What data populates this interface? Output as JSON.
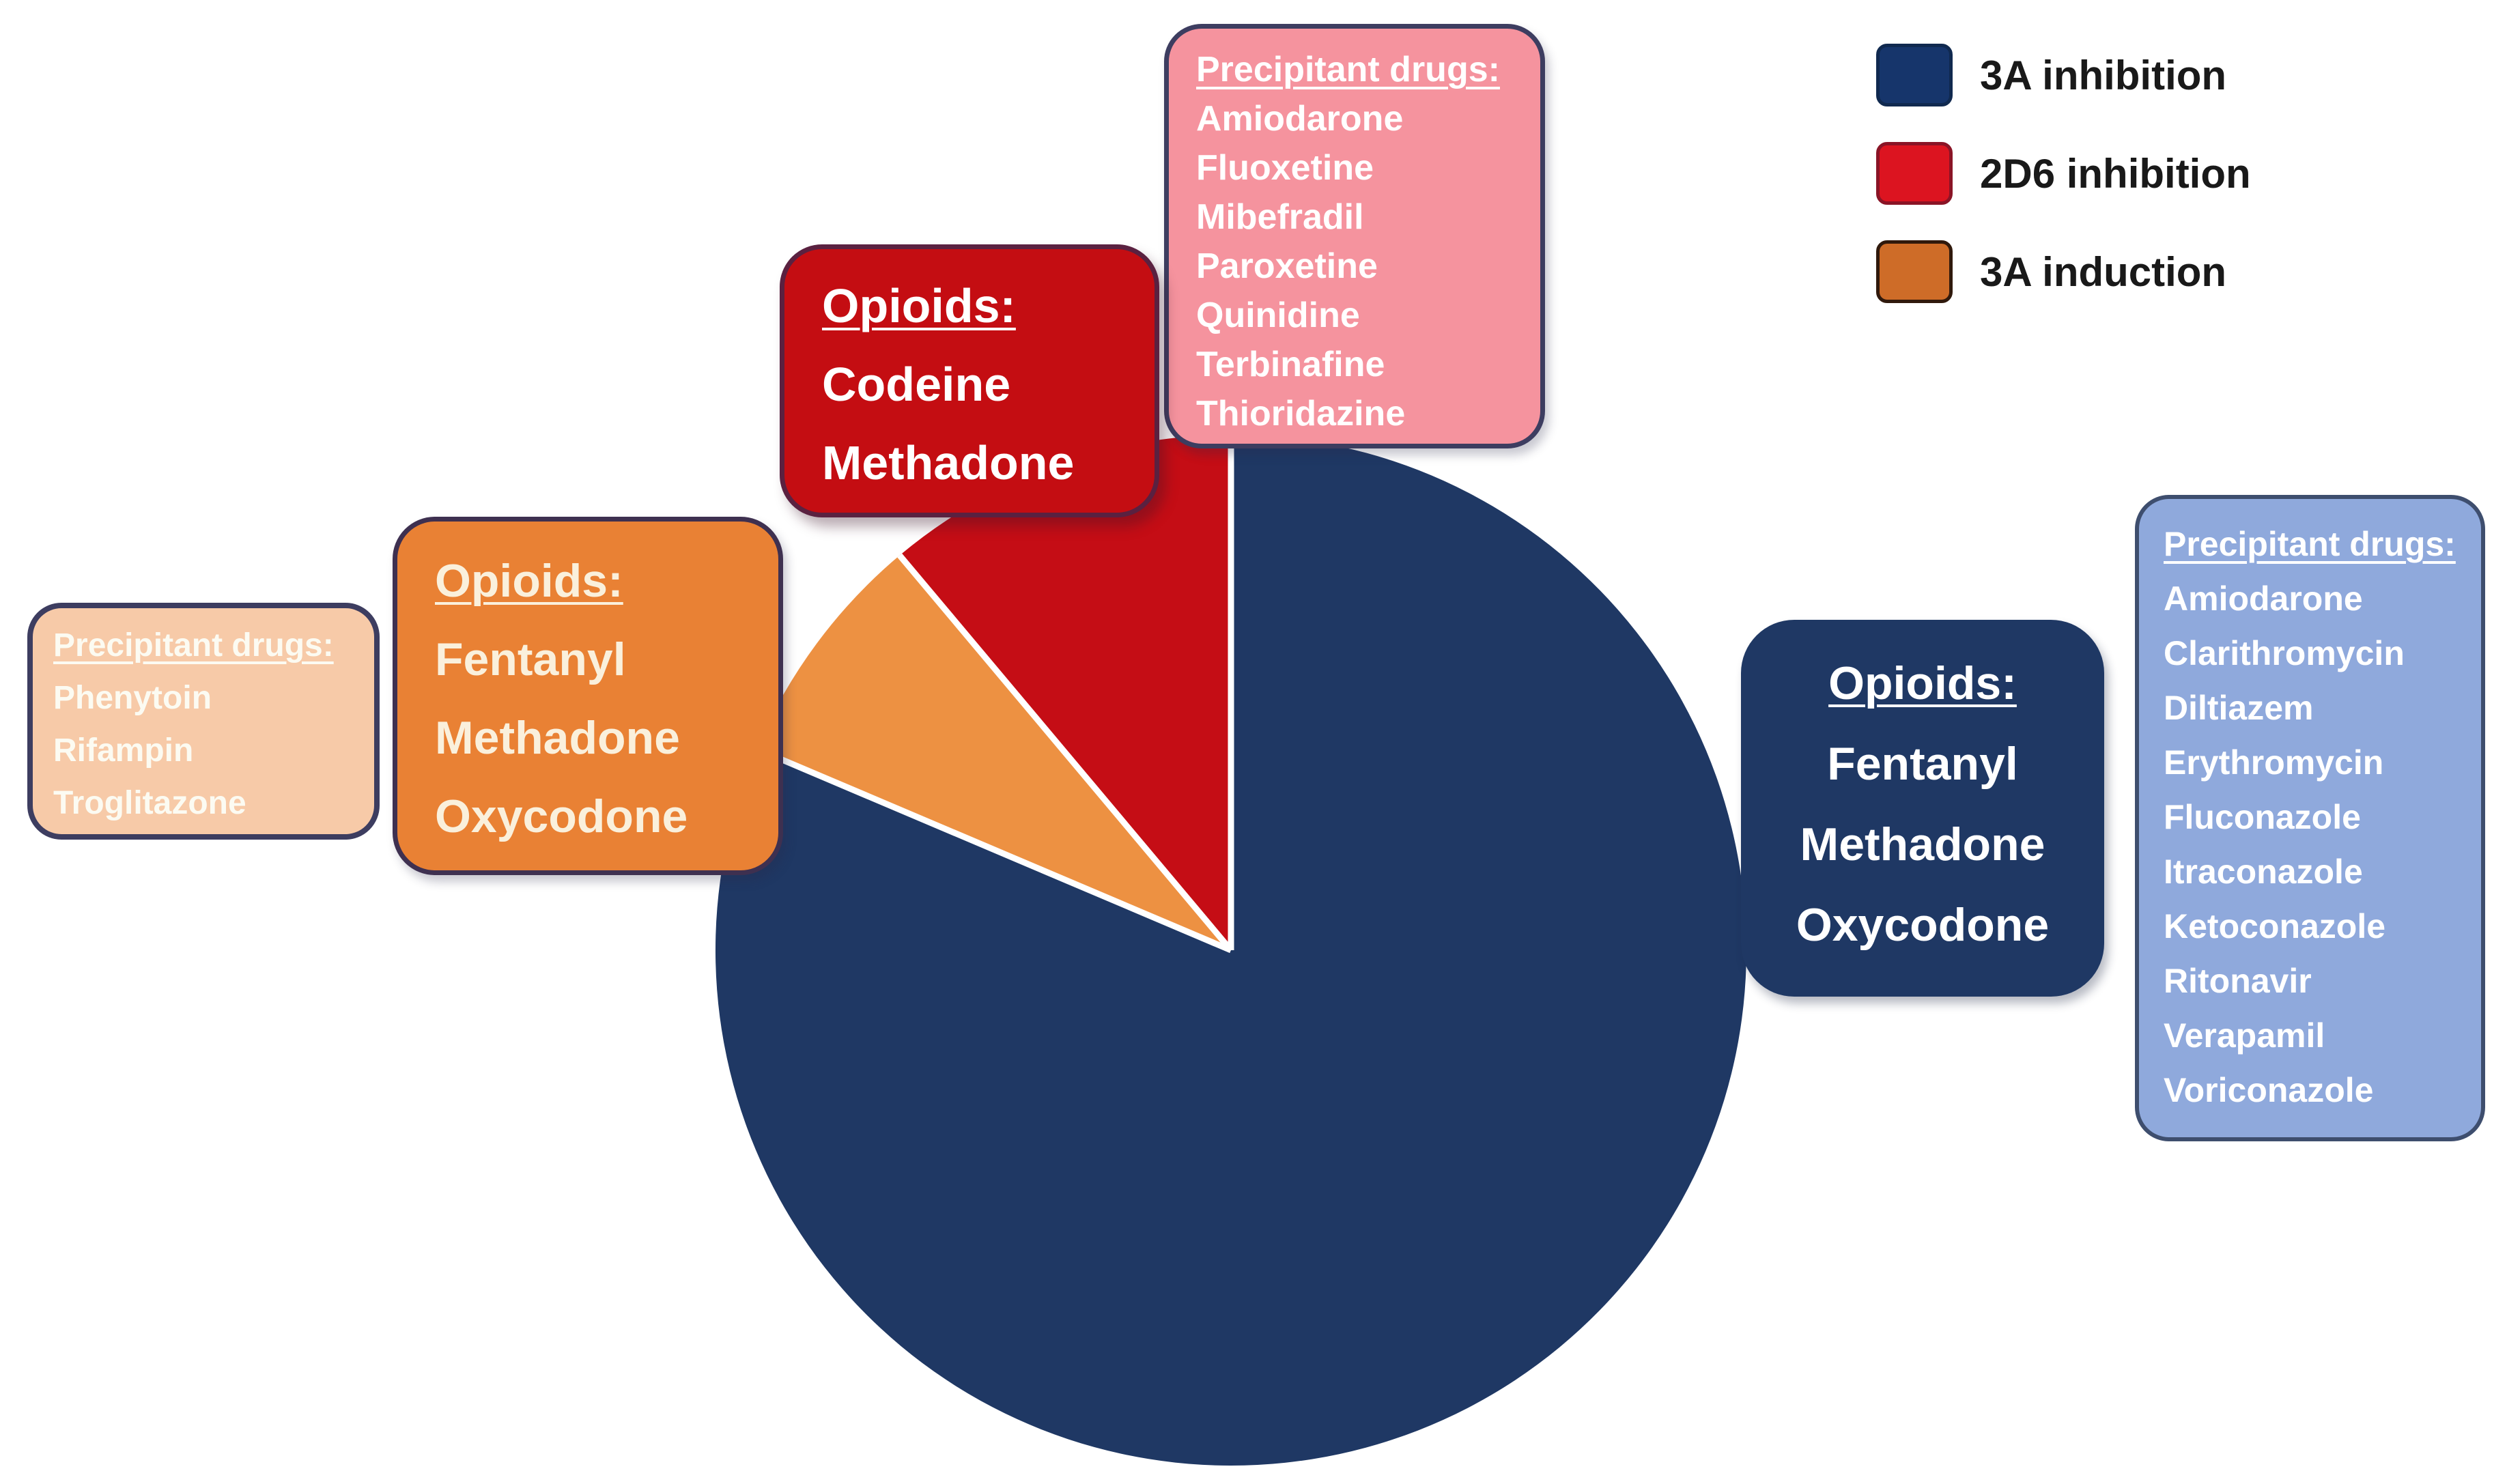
{
  "chart_data": {
    "type": "pie",
    "title": "",
    "center": [
      1803,
      1392
    ],
    "radius": 755,
    "start": "12-oclock-clockwise",
    "values_are": "percent, estimated from slice angles",
    "slices": [
      {
        "label": "3A inhibition",
        "value": 81.4,
        "color": "#1F3864"
      },
      {
        "label": "3A induction",
        "value": 7.5,
        "color": "#ED9142"
      },
      {
        "label": "2D6 inhibition",
        "value": 11.1,
        "color": "#C50D15"
      }
    ],
    "separator_color": "#FFFFFF",
    "legend_position": "top-right",
    "grid": false
  },
  "legend": {
    "items": [
      {
        "label": "3A inhibition",
        "color": "#16356B",
        "border": "#10294F"
      },
      {
        "label": "2D6 inhibition",
        "color": "#DC1420",
        "border": "#8A1426"
      },
      {
        "label": "3A induction",
        "color": "#CE6C28",
        "border": "#30190C"
      }
    ]
  },
  "boxes": {
    "pink_precipitants": {
      "header": "Precipitant drugs:",
      "lines": [
        "Amiodarone",
        "Fluoxetine",
        "Mibefradil",
        "Paroxetine",
        "Quinidine",
        "Terbinafine",
        "Thioridazine"
      ]
    },
    "red_opioids": {
      "header": "Opioids:",
      "lines": [
        "Codeine",
        "Methadone"
      ]
    },
    "orange_opioids": {
      "header": "Opioids:",
      "lines": [
        "Fentanyl",
        "Methadone",
        "Oxycodone"
      ]
    },
    "peach_precipitants": {
      "header": "Precipitant drugs:",
      "lines": [
        "Phenytoin",
        "Rifampin",
        "Troglitazone"
      ]
    },
    "navy_opioids": {
      "header": "Opioids:",
      "lines": [
        "Fentanyl",
        "Methadone",
        "Oxycodone"
      ]
    },
    "blue_precipitants": {
      "header": "Precipitant drugs:",
      "lines": [
        "Amiodarone",
        "Clarithromycin",
        "Diltiazem",
        "Erythromycin",
        "Fluconazole",
        "Itraconazole",
        "Ketoconazole",
        "Ritonavir",
        "Verapamil",
        "Voriconazole"
      ]
    }
  }
}
